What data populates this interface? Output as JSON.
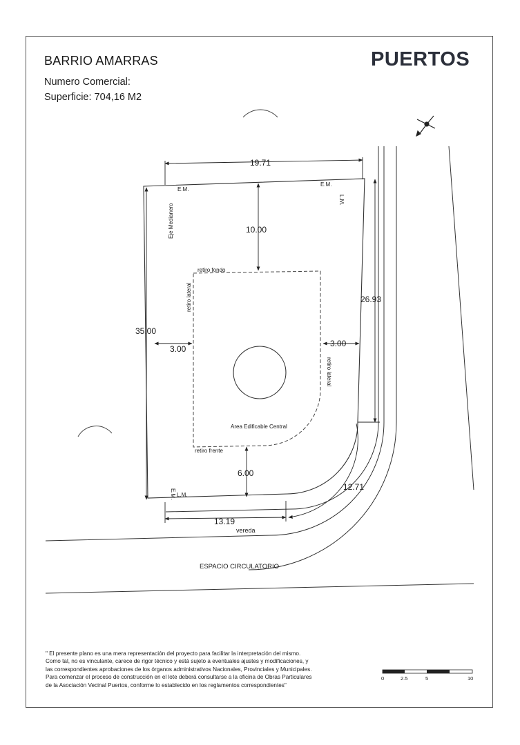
{
  "header": {
    "title": "BARRIO AMARRAS",
    "numero_comercial": "Numero Comercial:",
    "superficie": "Superficie: 704,16 M2",
    "brand": "PUERTOS"
  },
  "plan": {
    "dimensions": {
      "top_width": "19.71",
      "setback_back": "10.00",
      "right_side": "26.93",
      "left_side": "35.00",
      "setback_left": "3.00",
      "setback_right": "3.00",
      "setback_front": "6.00",
      "curve": "12.71",
      "front_width": "13.19"
    },
    "labels": {
      "em_top_left": "E.M.",
      "em_top_right": "E.M.",
      "lm_right": "L.M.",
      "eje_medianero": "Eje Medianero",
      "retiro_fondo": "retiro fondo",
      "retiro_lateral_left": "retiro lateral",
      "retiro_lateral_right": "retiro lateral",
      "area_edificable": "Area Edificable Central",
      "retiro_frente": "retiro frente",
      "em_bottom": "E.M.",
      "lm_bottom": "L.M.",
      "vereda": "vereda",
      "espacio_circulatorio": "ESPACIO CIRCULATORIO"
    }
  },
  "scale_bar": {
    "ticks": [
      "0",
      "2.5",
      "5",
      "10"
    ]
  },
  "disclaimer": {
    "lines": [
      "\" El presente plano es una mera representación del proyecto para facilitar la interpretación del mismo.",
      "Como tal, no es vinculante, carece de rigor técnico y está sujeto a eventuales ajustes y modificaciones, y",
      "las correspondientes aprobaciones de los órganos administrativos Nacionales, Provinciales y Municipales.",
      "Para comenzar el proceso de construcción en el lote deberá consultarse a la oficina de Obras Particulares",
      "de la Asociación Vecinal Puertos, conforme lo establecido en los reglamentos correspondientes\""
    ]
  }
}
